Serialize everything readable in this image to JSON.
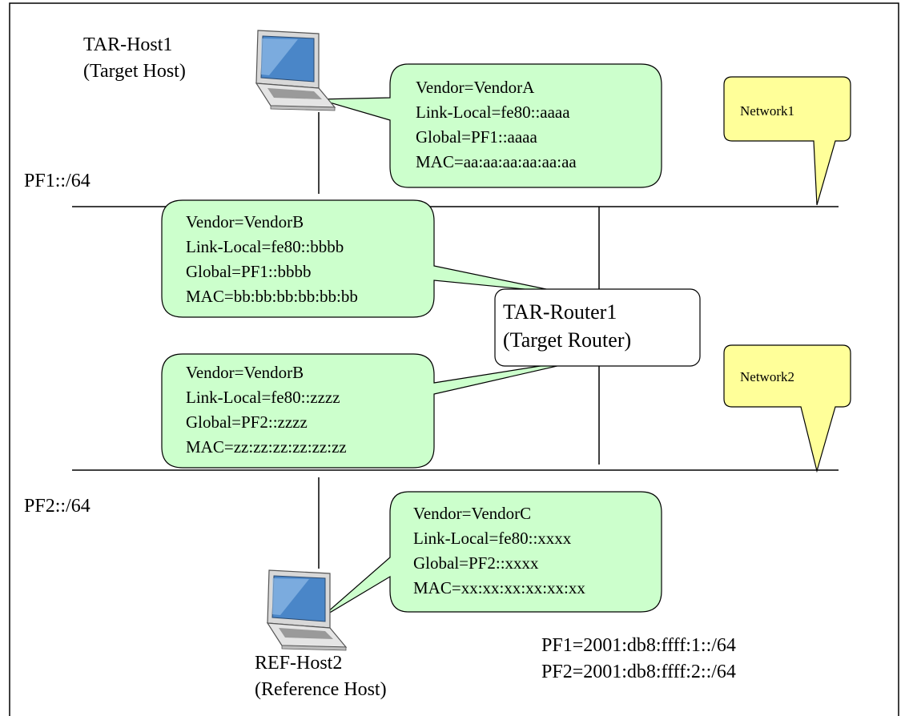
{
  "hosts": {
    "tar_host1": {
      "name": "TAR-Host1",
      "role": "(Target Host)"
    },
    "ref_host2": {
      "name": "REF-Host2",
      "role": "(Reference Host)"
    }
  },
  "router": {
    "name": "TAR-Router1",
    "role": "(Target Router)"
  },
  "prefixes": {
    "pf1_label": "PF1::/64",
    "pf2_label": "PF2::/64"
  },
  "networks": {
    "network1": "Network1",
    "network2": "Network2"
  },
  "callouts": {
    "host1": [
      "Vendor=VendorA",
      "Link-Local=fe80::aaaa",
      "Global=PF1::aaaa",
      "MAC=aa:aa:aa:aa:aa:aa"
    ],
    "router_net1": [
      "Vendor=VendorB",
      "Link-Local=fe80::bbbb",
      "Global=PF1::bbbb",
      "MAC=bb:bb:bb:bb:bb:bb"
    ],
    "router_net2": [
      "Vendor=VendorB",
      "Link-Local=fe80::zzzz",
      "Global=PF2::zzzz",
      "MAC=zz:zz:zz:zz:zz:zz"
    ],
    "host2": [
      "Vendor=VendorC",
      "Link-Local=fe80::xxxx",
      "Global=PF2::xxxx",
      "MAC=xx:xx:xx:xx:xx:xx"
    ]
  },
  "legend": {
    "pf1": "PF1=2001:db8:ffff:1::/64",
    "pf2": "PF2=2001:db8:ffff:2::/64"
  },
  "colors": {
    "callout_fill": "#ccffcc",
    "note_fill": "#ffff99",
    "line": "#000000"
  },
  "icons": {
    "host": "laptop-icon"
  }
}
